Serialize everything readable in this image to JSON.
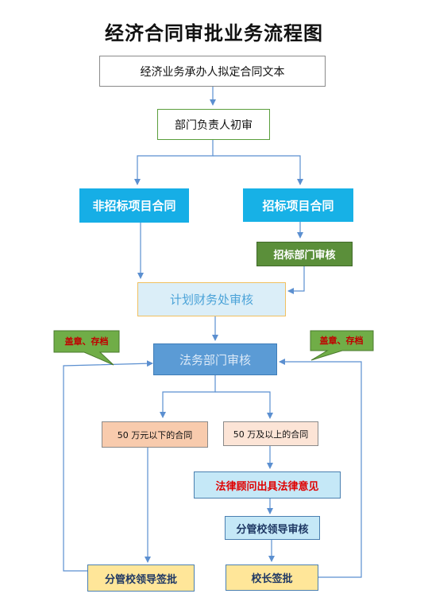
{
  "title": "经济合同审批业务流程图",
  "nodes": {
    "draft": "经济业务承办人拟定合同文本",
    "dept_review": "部门负责人初审",
    "non_bid": "非招标项目合同",
    "bid": "招标项目合同",
    "bid_dept": "招标部门审核",
    "finance": "计划财务处审核",
    "legal": "法务部门审核",
    "under_50": "50 万元以下的合同",
    "over_50": "50 万及以上的合同",
    "legal_advisor": "法律顾问出具法律意见",
    "branch_review": "分管校领导审核",
    "branch_sign": "分管校领导签批",
    "president_sign": "校长签批"
  },
  "callouts": {
    "left": "盖章、存档",
    "right": "盖章、存档"
  }
}
